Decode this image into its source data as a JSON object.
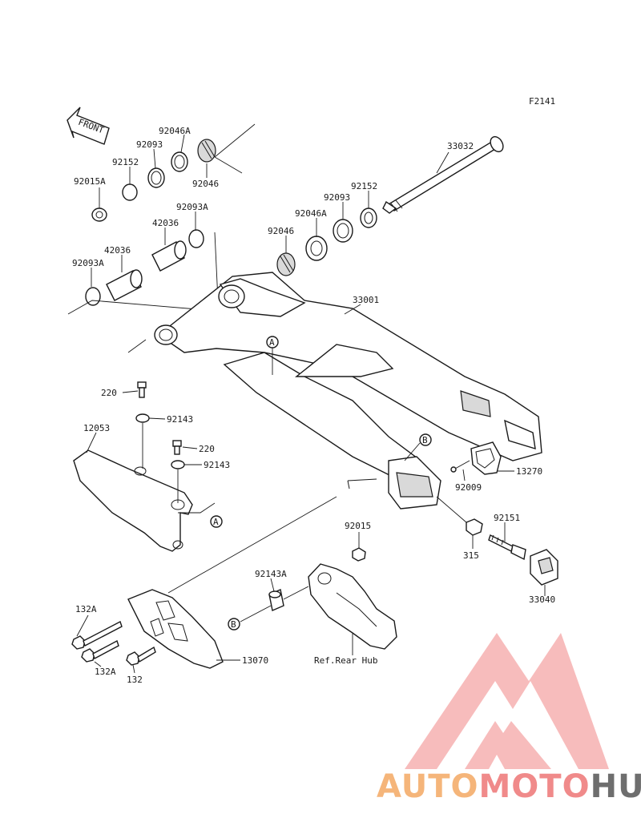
{
  "figure_code": "F2141",
  "front_arrow_label": "FRONT",
  "ref_note": "Ref.Rear Hub",
  "part_labels": {
    "p33032": "33032",
    "p92046A_top": "92046A",
    "p92093_top": "92093",
    "p92152_top": "92152",
    "p92015A": "92015A",
    "p92046_top": "92046",
    "p92093A_top": "92093A",
    "p42036_top": "42036",
    "p42036_low": "42036",
    "p92093A_low": "92093A",
    "p92152_r": "92152",
    "p92093_r": "92093",
    "p92046A_r": "92046A",
    "p92046_r": "92046",
    "p33001": "33001",
    "p220_a": "220",
    "p92143_a": "92143",
    "p12053": "12053",
    "p220_b": "220",
    "p92143_b": "92143",
    "p13270": "13270",
    "p92009": "92009",
    "p92151": "92151",
    "p315": "315",
    "p33040": "33040",
    "p92015": "92015",
    "p92143A": "92143A",
    "p132A_a": "132A",
    "p132A_b": "132A",
    "p132": "132",
    "p13070": "13070"
  },
  "callouts": {
    "A1": "A",
    "A2": "A",
    "B1": "B",
    "B2": "B"
  },
  "watermark": {
    "part1": "AUTO",
    "part2": "MOTO",
    "part3": "HUB",
    "color1": "#f5b57a",
    "color2": "#f08a8a",
    "color3": "#6e6e6e",
    "triangle_color": "#f4a0a0"
  }
}
